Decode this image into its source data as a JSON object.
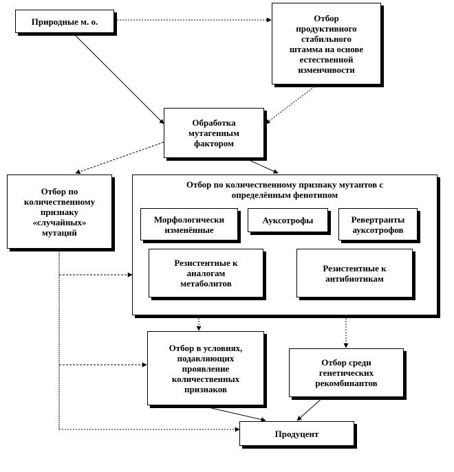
{
  "nodes": {
    "natural": "Природные м. о.",
    "selection_natural": "Отбор\nпродуктивного\nстабильного\nштамма на основе\nестественной\nизменчивости",
    "mutagen": "Обработка\nмутагенным\nфактором",
    "random_mutations": "Отбор по\nколичественному\nпризнаку\n«случайных»\nмутаций",
    "phenotype_group": "Отбор по количественному признаку мутантов с\nопределённым фенотипом",
    "morph": "Морфологически\nизменённые",
    "auxotrophs": "Ауксотрофы",
    "revertants": "Ревертранты\nауксотрофов",
    "resist_analog": "Резистентные к\nаналогам\nметаболитов",
    "resist_antibiotic": "Резистентные к\nантибиотикам",
    "suppress_conditions": "Отбор в условиях,\nподавляющих\nпроявление\nколичественных\nпризнаков",
    "recombinants": "Отбор среди\nгенетических\nрекомбинантов",
    "producer": "Продуцент"
  },
  "colors": {
    "line": "#000000",
    "box_border": "#000000",
    "background": "#ffffff"
  }
}
